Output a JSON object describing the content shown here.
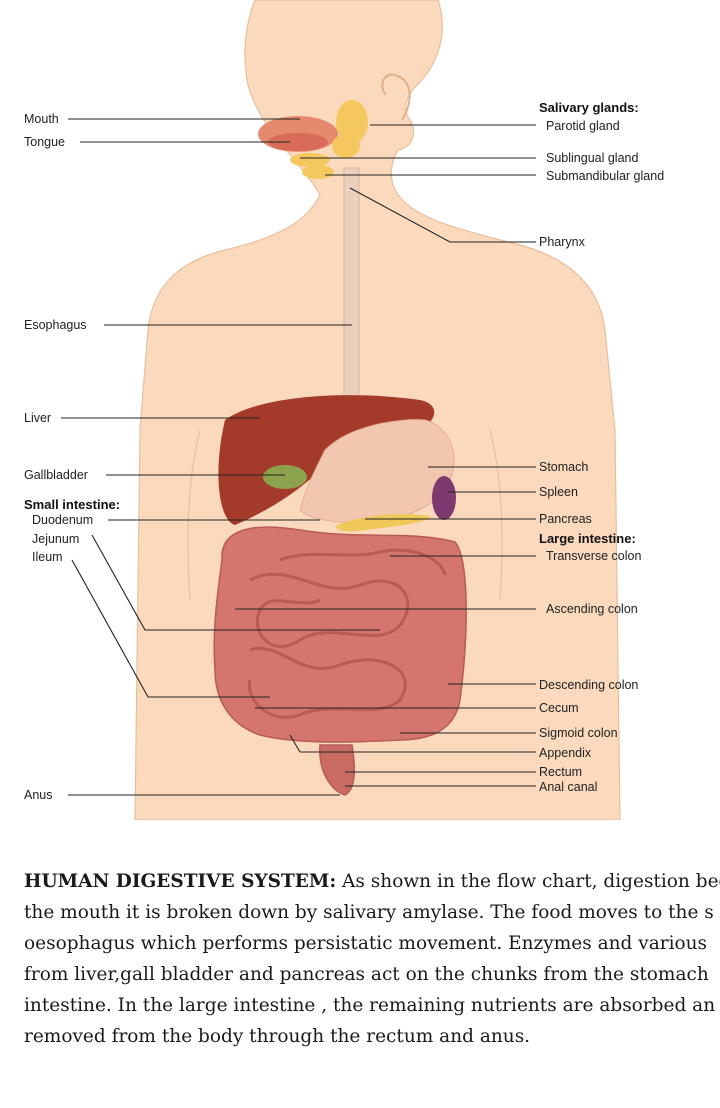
{
  "labels": {
    "mouth": "Mouth",
    "tongue": "Tongue",
    "esophagus": "Esophagus",
    "liver": "Liver",
    "gallbladder": "Gallbladder",
    "small_intestine": "Small intestine:",
    "duodenum": "Duodenum",
    "jejunum": "Jejunum",
    "ileum": "Ileum",
    "anus": "Anus",
    "salivary_glands": "Salivary glands:",
    "parotid": "Parotid gland",
    "sublingual": "Sublingual gland",
    "submandibular": "Submandibular gland",
    "pharynx": "Pharynx",
    "stomach": "Stomach",
    "spleen": "Spleen",
    "pancreas": "Pancreas",
    "large_intestine": "Large intestine:",
    "transverse": "Transverse colon",
    "ascending": "Ascending colon",
    "descending": "Descending colon",
    "cecum": "Cecum",
    "sigmoid": "Sigmoid colon",
    "appendix": "Appendix",
    "rectum": "Rectum",
    "anal_canal": "Anal canal"
  },
  "caption": {
    "heading": "HUMAN DIGESTIVE SYSTEM:",
    "lines": [
      " As shown in the flow chart, digestion begi",
      "the mouth it is broken down by salivary amylase. The food moves to the s",
      "oesophagus which performs persistatic movement. Enzymes and various",
      "from liver,gall bladder and pancreas act on the chunks from the stomach",
      "intestine. In the large intestine , the remaining nutrients are absorbed an",
      "removed from the body through the rectum and anus."
    ]
  },
  "colors": {
    "skin": "#fbd9bd",
    "body_outline": "#e8bf9c",
    "liver": "#a33a2a",
    "gallbladder": "#8ca24c",
    "stomach": "#f2c7b0",
    "spleen": "#7d3a6e",
    "pancreas": "#f0c85a",
    "intestine": "#d4766f",
    "salivary": "#f5c85f"
  }
}
